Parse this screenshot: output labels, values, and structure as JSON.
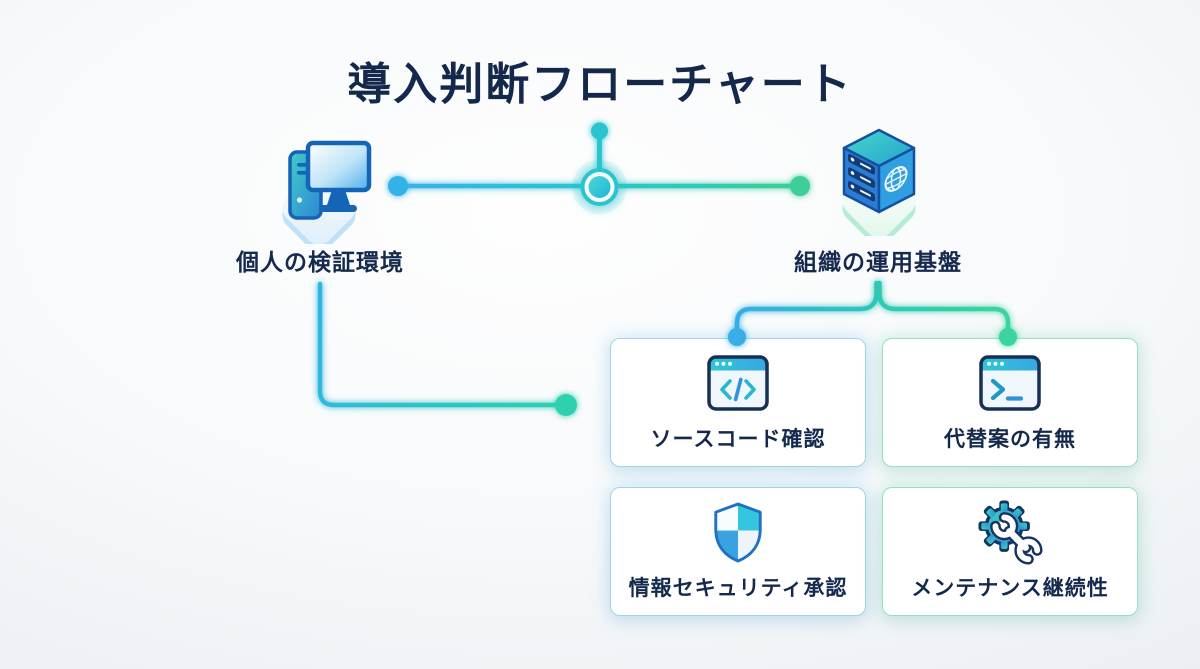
{
  "title": "導入判断フローチャート",
  "nodes": {
    "left": {
      "label": "個人の検証環境",
      "icon": "desktop-computer-icon"
    },
    "right": {
      "label": "組織の運用基盤",
      "icon": "server-icon"
    }
  },
  "cards": [
    {
      "label": "ソースコード確認",
      "icon": "code-window-icon"
    },
    {
      "label": "代替案の有無",
      "icon": "terminal-window-icon"
    },
    {
      "label": "情報セキュリティ承認",
      "icon": "shield-icon"
    },
    {
      "label": "メンテナンス継続性",
      "icon": "gear-wrench-icon"
    }
  ],
  "colors": {
    "accent_cyan": "#34b4e8",
    "accent_teal": "#2cc4ce",
    "accent_green": "#3bcf96",
    "text_navy": "#13284a",
    "card_border_blue": "#9ed5e8",
    "card_border_green": "#97e0c4"
  }
}
